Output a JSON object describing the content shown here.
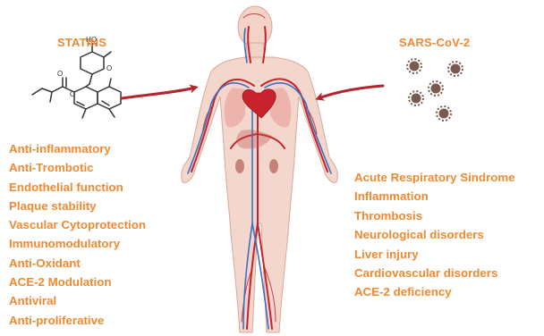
{
  "colors": {
    "text_orange": "#f0892f",
    "arrow_red": "#b3252b",
    "artery_red": "#c8232c",
    "vein_blue": "#3d6fc0",
    "body_skin": "#f3d3c6",
    "virus_brown": "#7a5a4e"
  },
  "statins": {
    "heading": "STATINS",
    "effects": [
      "Anti-inflammatory",
      "Anti-Trombotic",
      "Endothelial function",
      "Plaque stability",
      "Vascular Cytoprotection",
      "Immunomodulatory",
      "Anti-Oxidant",
      "ACE-2 Modulation",
      "Antiviral",
      "Anti-proliferative"
    ]
  },
  "sars": {
    "heading": "SARS-CoV-2",
    "effects": [
      "Acute Respiratory Sindrome",
      "Inflammation",
      "Thrombosis",
      "Neurological disorders",
      "Liver injury",
      "Cardiovascular disorders",
      "ACE-2 deficiency"
    ]
  },
  "icons": {
    "molecule": "statin-molecule-structure",
    "body": "human-circulatory-system",
    "virus": "coronavirus-particle",
    "arrow": "curved-arrow"
  }
}
